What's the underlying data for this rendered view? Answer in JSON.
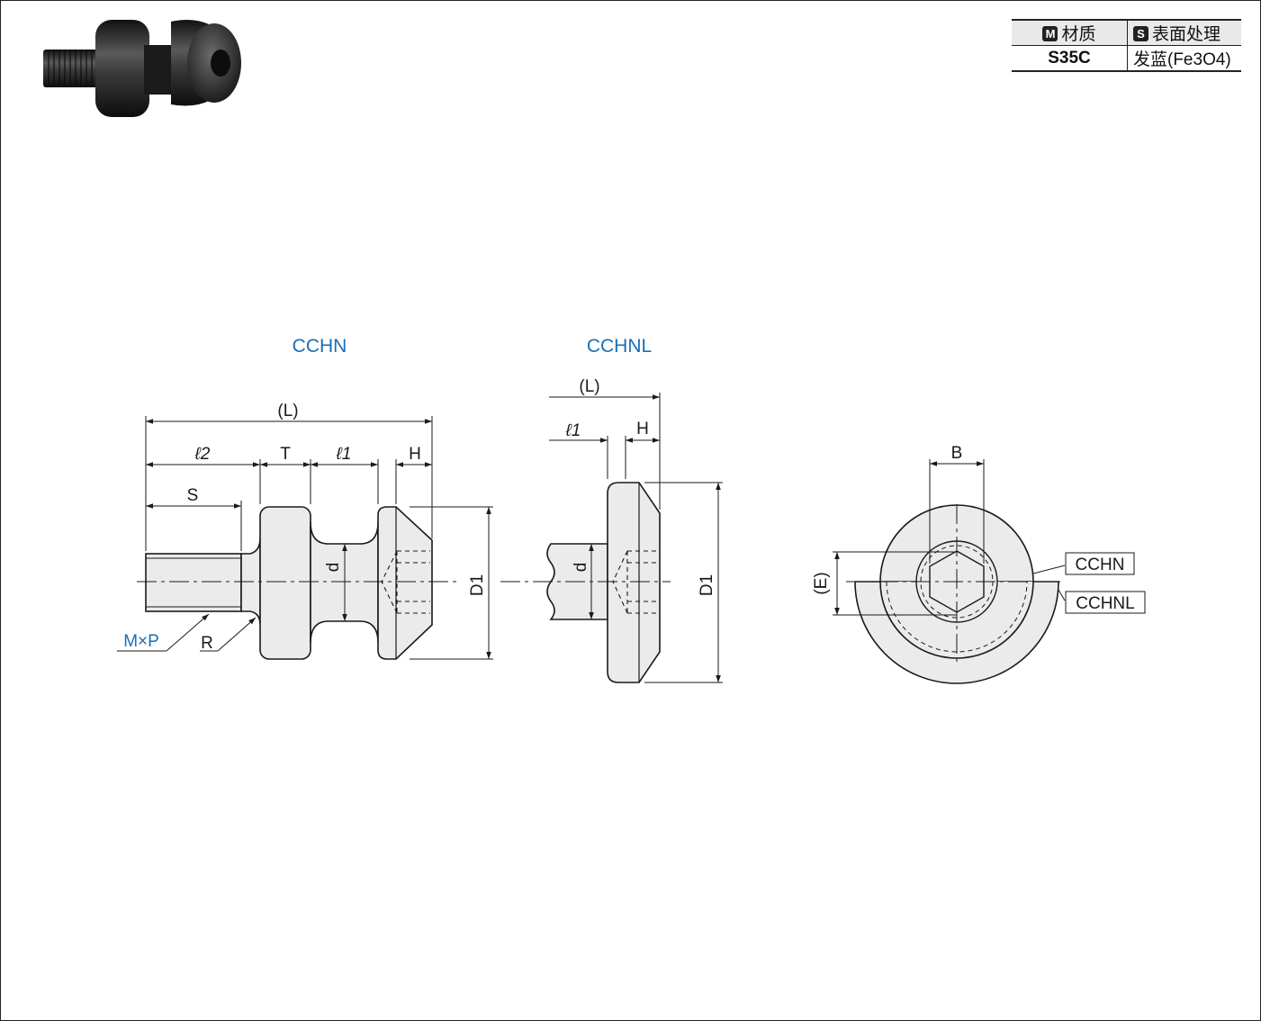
{
  "material_table": {
    "material_badge": "M",
    "material_header": "材质",
    "surface_badge": "S",
    "surface_header": "表面处理",
    "material_value": "S35C",
    "surface_value": "发蓝(Fe3O4)"
  },
  "views": {
    "cchn": {
      "title": "CCHN",
      "dims": {
        "L": "(L)",
        "l2": "ℓ2",
        "T": "T",
        "l1": "ℓ1",
        "H": "H",
        "S": "S",
        "d": "d",
        "D1": "D1",
        "MxP": "M×P",
        "R": "R"
      }
    },
    "cchnl": {
      "title": "CCHNL",
      "dims": {
        "L": "(L)",
        "l1": "ℓ1",
        "H": "H",
        "d": "d",
        "D1": "D1"
      }
    },
    "end": {
      "B": "B",
      "E": "(E)",
      "label_cchn": "CCHN",
      "label_cchnl": "CCHNL"
    }
  },
  "colors": {
    "accent_blue": "#1a6fb5",
    "line": "#1a1a1a",
    "fill": "#ebebeb",
    "photo_body": "#2a2a2a"
  }
}
